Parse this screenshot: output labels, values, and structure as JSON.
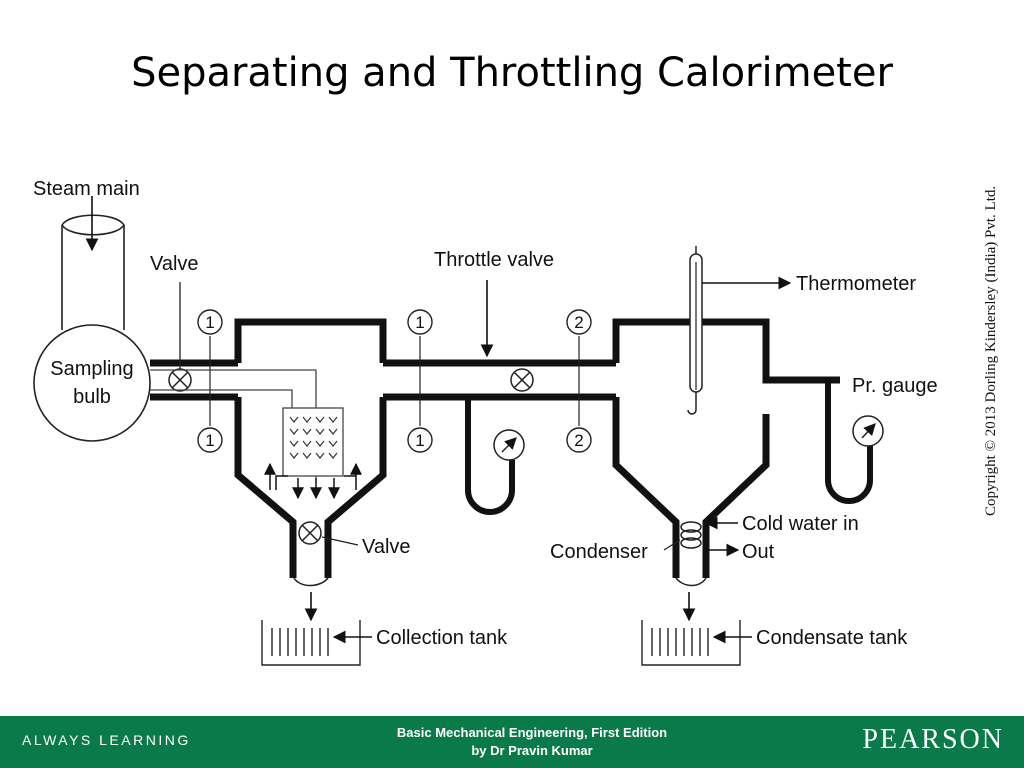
{
  "slide": {
    "title": "Separating and Throttling Calorimeter"
  },
  "diagram": {
    "labels": {
      "steam_main": "Steam main",
      "valve_inlet": "Valve",
      "sampling_bulb_line1": "Sampling",
      "sampling_bulb_line2": "bulb",
      "throttle_valve": "Throttle valve",
      "thermometer": "Thermometer",
      "pr_gauge": "Pr. gauge",
      "valve_drain": "Valve",
      "condenser": "Condenser",
      "cold_water_in": "Cold water in",
      "out": "Out",
      "collection_tank": "Collection tank",
      "condensate_tank": "Condensate tank"
    },
    "section_markers": {
      "one": "1",
      "two": "2"
    }
  },
  "copyright": "Copyright © 2013 Dorling Kindersley (India) Pvt. Ltd.",
  "footer": {
    "tagline": "ALWAYS LEARNING",
    "book_title": "Basic Mechanical Engineering, First Edition",
    "book_author": "by Dr Pravin Kumar",
    "brand": "PEARSON"
  }
}
